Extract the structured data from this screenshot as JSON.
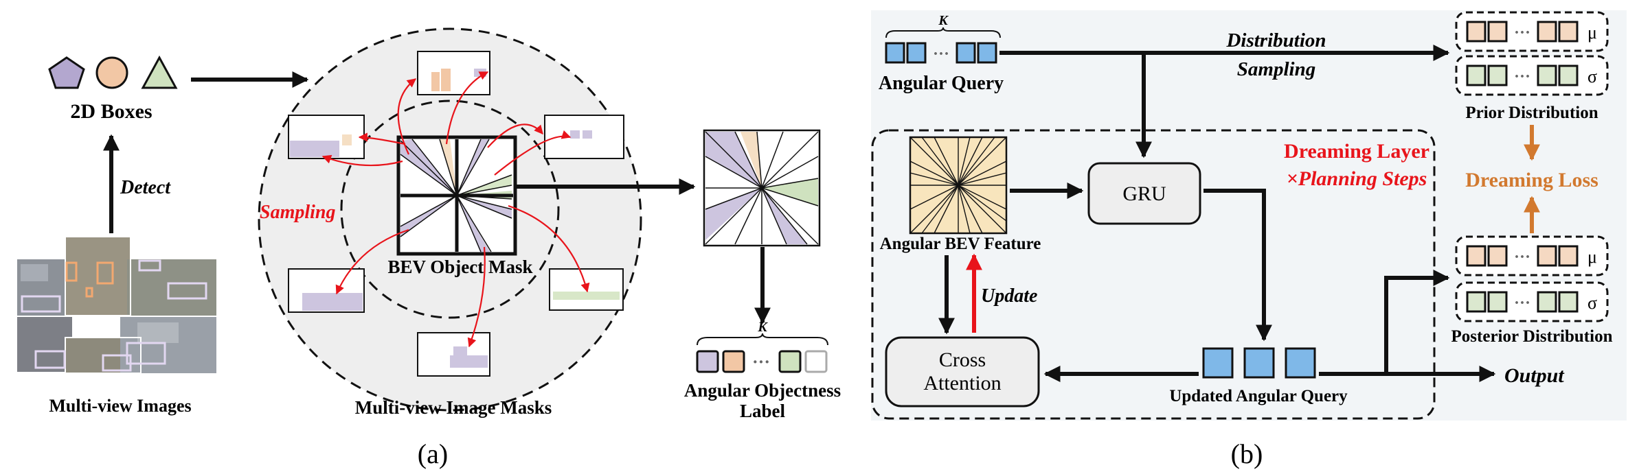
{
  "panel_a": {
    "caption": "(a)",
    "shapes_label": "2D Boxes",
    "detect_label": "Detect",
    "images_label": "Multi-view Images",
    "sampling_label": "Sampling",
    "mask_label": "BEV Object Mask",
    "image_masks_label": "Multi-view Image Masks",
    "k_label": "K",
    "ellipsis": "···",
    "label_line1": "Angular Objectness",
    "label_line2": "Label"
  },
  "panel_b": {
    "caption": "(b)",
    "k_label": "K",
    "ellipsis": "···",
    "angular_query": "Angular Query",
    "dist_line1": "Distribution",
    "dist_line2": "Sampling",
    "mu": "μ",
    "sigma": "σ",
    "prior": "Prior Distribution",
    "dreaming_loss": "Dreaming Loss",
    "posterior": "Posterior Distribution",
    "dreaming_layer": "Dreaming Layer",
    "planning_steps": "×Planning Steps",
    "gru": "GRU",
    "bev_feature": "Angular BEV Feature",
    "update": "Update",
    "cross_line1": "Cross",
    "cross_line2": "Attention",
    "updated_query": "Updated Angular Query",
    "output": "Output"
  },
  "colors": {
    "purple_shape": "#b3a7cf",
    "orange_shape": "#f2c7a5",
    "green_shape": "#cfe2bf",
    "query_blue": "#7fb8e8",
    "beige": "#f8e5bd",
    "arrow_red": "#e8141b",
    "loss_orange": "#d2792f",
    "panel_bg": "#f2f5f7",
    "circle_bg": "#eeeeee"
  }
}
